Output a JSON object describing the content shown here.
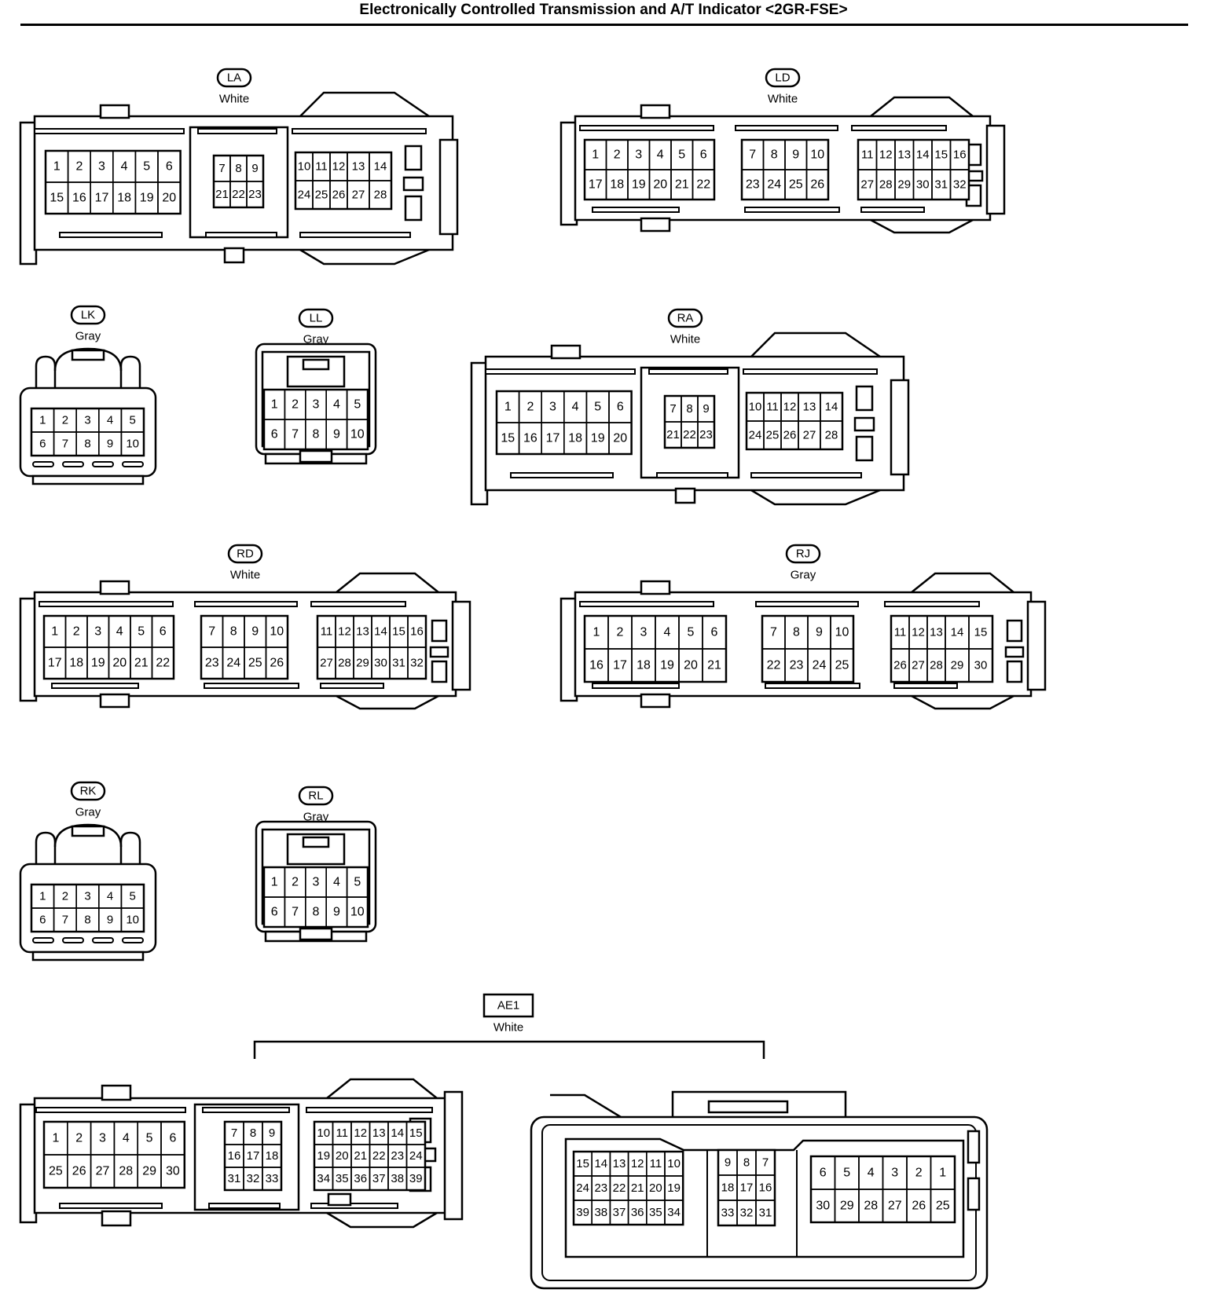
{
  "title": "Electronically Controlled Transmission and A/T Indicator <2GR-FSE>",
  "connectors": [
    {
      "code": "LA",
      "color": "White",
      "blocks": [
        [
          [
            "1",
            "2",
            "3",
            "4",
            "5",
            "6"
          ],
          [
            "15",
            "16",
            "17",
            "18",
            "19",
            "20"
          ]
        ],
        [
          [
            "7",
            "8",
            "9"
          ],
          [
            "21",
            "22",
            "23"
          ]
        ],
        [
          [
            "10",
            "11",
            "12",
            "13",
            "14"
          ],
          [
            "24",
            "25",
            "26",
            "27",
            "28"
          ]
        ]
      ]
    },
    {
      "code": "LD",
      "color": "White",
      "blocks": [
        [
          [
            "1",
            "2",
            "3",
            "4",
            "5",
            "6"
          ],
          [
            "17",
            "18",
            "19",
            "20",
            "21",
            "22"
          ]
        ],
        [
          [
            "7",
            "8",
            "9",
            "10"
          ],
          [
            "23",
            "24",
            "25",
            "26"
          ]
        ],
        [
          [
            "11",
            "12",
            "13",
            "14",
            "15",
            "16"
          ],
          [
            "27",
            "28",
            "29",
            "30",
            "31",
            "32"
          ]
        ]
      ]
    },
    {
      "code": "LK",
      "color": "Gray",
      "blocks": [
        [
          [
            "1",
            "2",
            "3",
            "4",
            "5"
          ],
          [
            "6",
            "7",
            "8",
            "9",
            "10"
          ]
        ]
      ]
    },
    {
      "code": "LL",
      "color": "Gray",
      "blocks": [
        [
          [
            "1",
            "2",
            "3",
            "4",
            "5"
          ],
          [
            "6",
            "7",
            "8",
            "9",
            "10"
          ]
        ]
      ]
    },
    {
      "code": "RA",
      "color": "White",
      "blocks": [
        [
          [
            "1",
            "2",
            "3",
            "4",
            "5",
            "6"
          ],
          [
            "15",
            "16",
            "17",
            "18",
            "19",
            "20"
          ]
        ],
        [
          [
            "7",
            "8",
            "9"
          ],
          [
            "21",
            "22",
            "23"
          ]
        ],
        [
          [
            "10",
            "11",
            "12",
            "13",
            "14"
          ],
          [
            "24",
            "25",
            "26",
            "27",
            "28"
          ]
        ]
      ]
    },
    {
      "code": "RD",
      "color": "White",
      "blocks": [
        [
          [
            "1",
            "2",
            "3",
            "4",
            "5",
            "6"
          ],
          [
            "17",
            "18",
            "19",
            "20",
            "21",
            "22"
          ]
        ],
        [
          [
            "7",
            "8",
            "9",
            "10"
          ],
          [
            "23",
            "24",
            "25",
            "26"
          ]
        ],
        [
          [
            "11",
            "12",
            "13",
            "14",
            "15",
            "16"
          ],
          [
            "27",
            "28",
            "29",
            "30",
            "31",
            "32"
          ]
        ]
      ]
    },
    {
      "code": "RJ",
      "color": "Gray",
      "blocks": [
        [
          [
            "1",
            "2",
            "3",
            "4",
            "5",
            "6"
          ],
          [
            "16",
            "17",
            "18",
            "19",
            "20",
            "21"
          ]
        ],
        [
          [
            "7",
            "8",
            "9",
            "10"
          ],
          [
            "22",
            "23",
            "24",
            "25"
          ]
        ],
        [
          [
            "11",
            "12",
            "13",
            "14",
            "15"
          ],
          [
            "26",
            "27",
            "28",
            "29",
            "30"
          ]
        ]
      ]
    },
    {
      "code": "RK",
      "color": "Gray",
      "blocks": [
        [
          [
            "1",
            "2",
            "3",
            "4",
            "5"
          ],
          [
            "6",
            "7",
            "8",
            "9",
            "10"
          ]
        ]
      ]
    },
    {
      "code": "RL",
      "color": "Gray",
      "blocks": [
        [
          [
            "1",
            "2",
            "3",
            "4",
            "5"
          ],
          [
            "6",
            "7",
            "8",
            "9",
            "10"
          ]
        ]
      ]
    }
  ],
  "ae1": {
    "code": "AE1",
    "color": "White",
    "left_blocks": [
      [
        [
          "1",
          "2",
          "3",
          "4",
          "5",
          "6"
        ],
        [
          "25",
          "26",
          "27",
          "28",
          "29",
          "30"
        ]
      ],
      [
        [
          "7",
          "8",
          "9"
        ],
        [
          "16",
          "17",
          "18"
        ],
        [
          "31",
          "32",
          "33"
        ]
      ],
      [
        [
          "10",
          "11",
          "12",
          "13",
          "14",
          "15"
        ],
        [
          "19",
          "20",
          "21",
          "22",
          "23",
          "24"
        ],
        [
          "34",
          "35",
          "36",
          "37",
          "38",
          "39"
        ]
      ]
    ],
    "right_blocks": [
      [
        [
          "15",
          "14",
          "13",
          "12",
          "11",
          "10"
        ],
        [
          "24",
          "23",
          "22",
          "21",
          "20",
          "19"
        ],
        [
          "39",
          "38",
          "37",
          "36",
          "35",
          "34"
        ]
      ],
      [
        [
          "9",
          "8",
          "7"
        ],
        [
          "18",
          "17",
          "16"
        ],
        [
          "33",
          "32",
          "31"
        ]
      ],
      [
        [
          "6",
          "5",
          "4",
          "3",
          "2",
          "1"
        ],
        [
          "30",
          "29",
          "28",
          "27",
          "26",
          "25"
        ]
      ]
    ]
  }
}
